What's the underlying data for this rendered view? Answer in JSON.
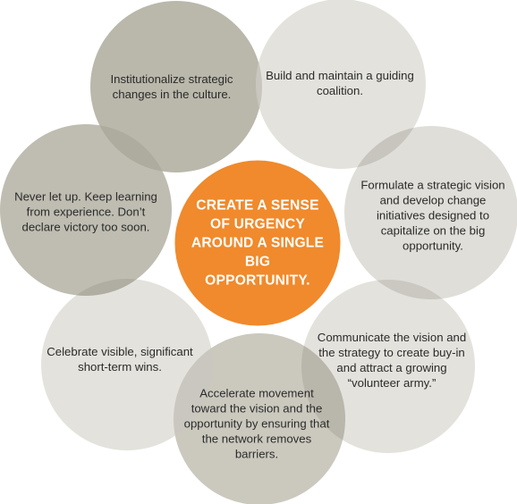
{
  "center": {
    "text": "CREATE A SENSE OF URGENCY AROUND A SINGLE BIG OPPORTUNITY.",
    "color": "#f08a2c"
  },
  "steps": [
    {
      "id": "institutionalize",
      "text": "Institutionalize strategic changes in the culture.",
      "color": "#b5b3a5"
    },
    {
      "id": "coalition",
      "text": "Build and maintain a guiding coalition.",
      "color": "#e1e0d9"
    },
    {
      "id": "vision",
      "text": "Formulate a strategic vision and develop change initiatives designed to capitalize on the big opportunity.",
      "color": "#dddcd5"
    },
    {
      "id": "communicate",
      "text": "Communicate the vision and the strategy to create buy-in and attract a growing “volunteer army.”",
      "color": "#e1e0d9"
    },
    {
      "id": "accelerate",
      "text": "Accelerate movement toward the vision and the opportunity by ensuring that the network removes barriers.",
      "color": "#c7c5b9"
    },
    {
      "id": "celebrate",
      "text": "Celebrate visible, significant short-term wins.",
      "color": "#e1e0d9"
    },
    {
      "id": "never-let-up",
      "text": "Never let up. Keep learning from experience. Don’t declare victory too soon.",
      "color": "#bab8ab"
    }
  ]
}
